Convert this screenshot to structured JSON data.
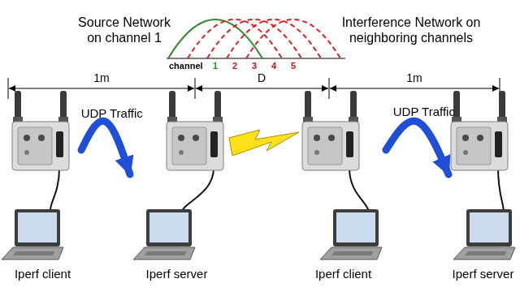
{
  "diagram": {
    "nodes": [
      {
        "text": [
          "Source Network on channel 1"
        ]
      },
      {
        "text": [
          "Interference Network on neighboring channels"
        ]
      },
      {
        "text": [
          "Iperf client"
        ],
        "in": 0
      },
      {
        "text": [
          "Iperf server"
        ],
        "in": 0
      },
      {
        "text": [
          "Iperf client"
        ],
        "in": 1
      },
      {
        "text": [
          "Iperf server"
        ],
        "in": 1
      }
    ],
    "edges": [
      {
        "from": 2,
        "to": 3,
        "arrow": "to",
        "label": "UDP Traffic"
      },
      {
        "from": 4,
        "to": 5,
        "arrow": "to",
        "label": "UDP Traffic"
      }
    ],
    "labels": [
      "channel",
      "1",
      "2",
      "3",
      "4",
      "5",
      "1m",
      "D",
      "1m"
    ]
  }
}
